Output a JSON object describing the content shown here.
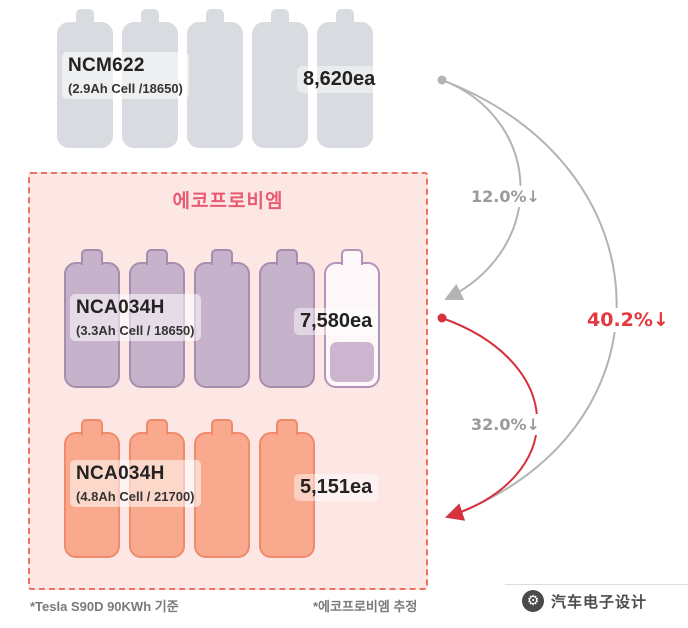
{
  "groups": {
    "ncm622": {
      "name": "NCM622",
      "spec": "(2.9Ah Cell /18650)",
      "count": "8,620ea"
    },
    "nca_18650": {
      "name": "NCA034H",
      "spec": "(3.3Ah Cell / 18650)",
      "count": "7,580ea"
    },
    "nca_21700": {
      "name": "NCA034H",
      "spec": "(4.8Ah Cell / 21700)",
      "count": "5,151ea"
    }
  },
  "ecopro_box": {
    "title": "에코프로비엠"
  },
  "arrows": {
    "top_to_mid_label": "12.0%↓",
    "mid_to_bottom_label": "32.0%↓",
    "top_to_bottom_label": "40.2%↓"
  },
  "footnotes": {
    "left": "*Tesla S90D 90KWh 기준",
    "right": "*에코프로비엠 추정"
  },
  "watermark": {
    "logo_icon": "gear-icon",
    "logo_glyph": "⚙",
    "text": "汽车电子设计"
  },
  "colors": {
    "gray_cell": "#d8dbdf",
    "purple_cell": "#c6b2ca",
    "purple_border": "#a78dae",
    "orange_cell": "#f9a98d",
    "orange_border": "#ef8a6b",
    "box_bg": "#fce7e5",
    "box_border": "#ec7063",
    "title_pink": "#e75a70",
    "arrow_gray": "#b3b3b3",
    "arrow_red": "#d6313c",
    "highlight_red": "#e2383f"
  }
}
